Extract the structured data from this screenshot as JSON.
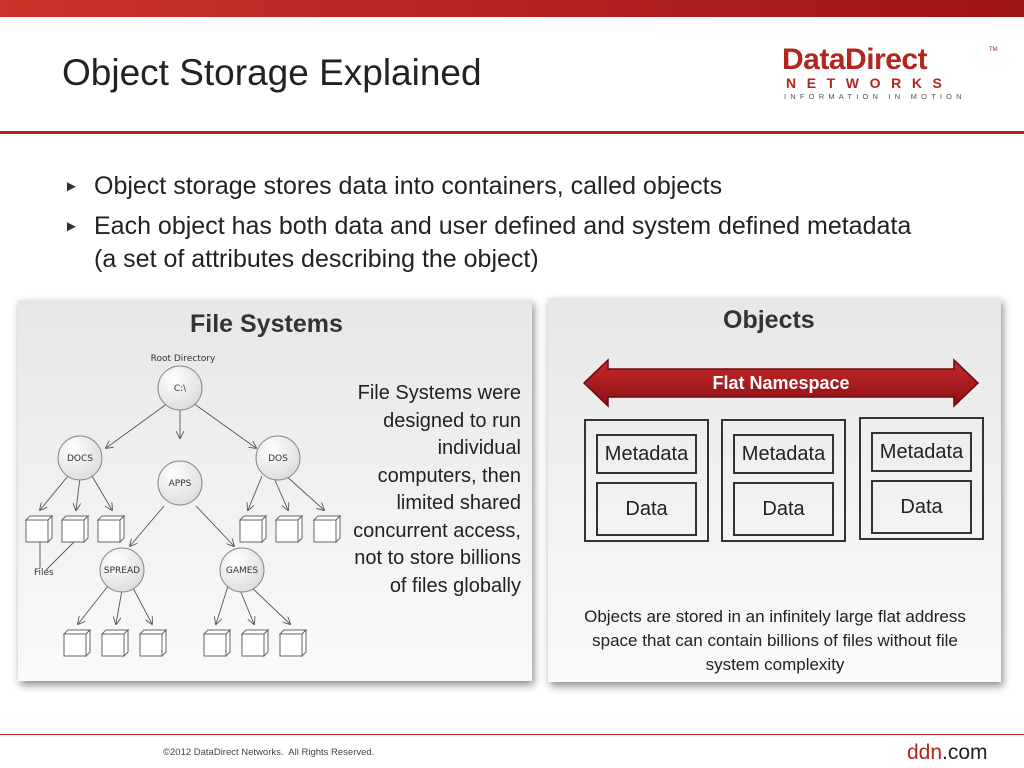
{
  "slide": {
    "title": "Object Storage Explained",
    "bullets": [
      "Object storage stores data into containers, called objects",
      "Each object has both data and user defined and system defined metadata (a set of attributes describing the object)"
    ],
    "bullet_marker": "►"
  },
  "logo": {
    "main": "DataDirect",
    "sub": "NETWORKS",
    "tagline": "INFORMATION IN MOTION",
    "tm": "TM"
  },
  "file_systems": {
    "heading": "File Systems",
    "tree": {
      "root_caption": "Root Directory",
      "root": "C:\\",
      "folders": [
        "DOCS",
        "APPS",
        "DOS",
        "SPREAD",
        "GAMES"
      ],
      "files_caption": "Files"
    },
    "description": "File Systems were designed to run individual computers, then limited shared concurrent access, not to store billions of files globally"
  },
  "objects": {
    "heading": "Objects",
    "namespace_label": "Flat Namespace",
    "items": [
      {
        "metadata": "Metadata",
        "data": "Data"
      },
      {
        "metadata": "Metadata",
        "data": "Data"
      },
      {
        "metadata": "Metadata",
        "data": "Data"
      }
    ],
    "description": "Objects are stored in an infinitely large flat address space that can contain billions of files without file system complexity"
  },
  "footer": {
    "copyright": "©2012 DataDirect Networks.  All Rights Reserved.",
    "link_brand": "ddn",
    "link_tld": ".com"
  },
  "colors": {
    "accent": "#b3261e",
    "namespace_fill": "#a8141c"
  }
}
